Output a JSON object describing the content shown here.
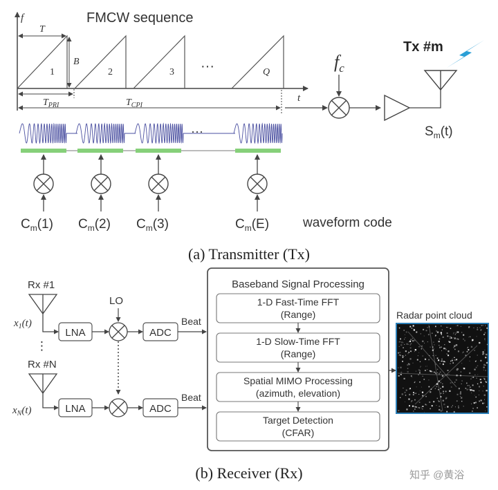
{
  "tx": {
    "sequence_title": "FMCW sequence",
    "axis_f": "f",
    "axis_t": "t",
    "period_T": "T",
    "bandwidth_B": "B",
    "chirps": [
      "1",
      "2",
      "3",
      "Q"
    ],
    "ellipsis": "···",
    "t_pri": "T",
    "t_pri_sub": "PRI",
    "t_cpi": "T",
    "t_cpi_sub": "CPI",
    "fc": "f",
    "fc_sub": "c",
    "antenna_label": "Tx #m",
    "output_label": "S",
    "output_sub": "m",
    "output_arg": "(t)",
    "codes": [
      {
        "base": "C",
        "sub": "m",
        "arg": "(1)"
      },
      {
        "base": "C",
        "sub": "m",
        "arg": "(2)"
      },
      {
        "base": "C",
        "sub": "m",
        "arg": "(3)"
      },
      {
        "base": "C",
        "sub": "m",
        "arg": "(E)"
      }
    ],
    "waveform_code_label": "waveform code",
    "caption": "(a) Transmitter (Tx)"
  },
  "rx": {
    "antenna1": "Rx #1",
    "antennaN": "Rx #N",
    "signal1": "x",
    "signal1_sub": "1",
    "signal1_arg": "(t)",
    "signalN": "x",
    "signalN_sub": "N",
    "signalN_arg": "(t)",
    "vdots": "⋮",
    "lna": "LNA",
    "lo": "LO",
    "adc": "ADC",
    "beat": "Beat",
    "baseband_title": "Baseband Signal Processing",
    "steps": [
      {
        "line1": "1-D Fast-Time FFT",
        "line2": "(Range)"
      },
      {
        "line1": "1-D Slow-Time FFT",
        "line2": "(Range)"
      },
      {
        "line1": "Spatial MIMO Processing",
        "line2": "(azimuth, elevation)"
      },
      {
        "line1": "Target Detection",
        "line2": "(CFAR)"
      }
    ],
    "point_cloud_label": "Radar point cloud",
    "caption": "(b) Receiver (Rx)"
  },
  "watermark": "知乎 @黄浴",
  "colors": {
    "chirp_wave": "#4a4fa0",
    "code_bar": "#86d07a",
    "lightning": "#2a9fd6",
    "point_cloud_frame": "#2b7fb8",
    "point_cloud_bg": "#111111"
  }
}
